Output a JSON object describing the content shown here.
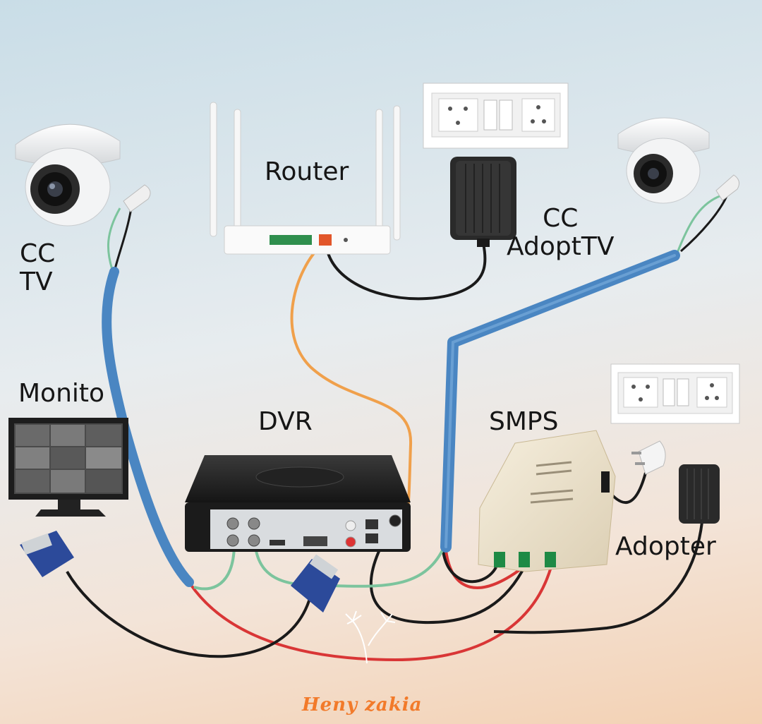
{
  "labels": {
    "cctv_left": "CC\nTV",
    "router": "Router",
    "cc_right": "CC\nAdoptTV",
    "monitor": "Monito",
    "dvr": "DVR",
    "smps": "SMPS",
    "adapter": "Adopter"
  },
  "signature": "Heny zakia",
  "colors": {
    "conduit": "#4a86c2",
    "ethernet": "#f0a04b",
    "video": "#7cc49d",
    "power_red": "#d93636",
    "power_black": "#1a1a1a",
    "signature": "#f27a2a"
  },
  "icons": [
    "dome-camera-icon",
    "wifi-router-icon",
    "power-adapter-icon",
    "wall-socket-icon",
    "monitor-icon",
    "dvr-box-icon",
    "smps-box-icon",
    "vga-plug-icon",
    "mains-plug-icon",
    "dandelion-icon"
  ]
}
